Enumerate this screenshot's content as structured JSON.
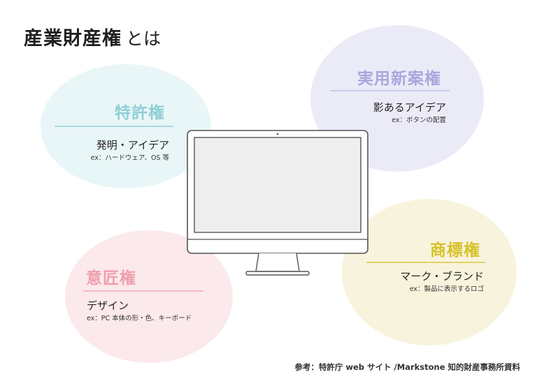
{
  "title": {
    "main": "産業財産権",
    "suffix": "とは"
  },
  "categories": {
    "patent": {
      "name": "特許権",
      "subtitle": "発明・アイデア",
      "example": "ex：ハードウェア、OS 等",
      "color": "#8fcfd6"
    },
    "utility": {
      "name": "実用新案権",
      "subtitle": "影あるアイデア",
      "example": "ex：ボタンの配置",
      "color": "#a9a7dc"
    },
    "design": {
      "name": "意匠権",
      "subtitle": "デザイン",
      "example": "ex：PC 本体の形・色、キーボード",
      "color": "#ef9fac"
    },
    "trademark": {
      "name": "商標権",
      "subtitle": "マーク・ブランド",
      "example": "ex：製品に表示するロゴ",
      "color": "#d6c12a"
    }
  },
  "footer": "参考：特許庁 web サイト /Markstone 知的財産事務所資料"
}
